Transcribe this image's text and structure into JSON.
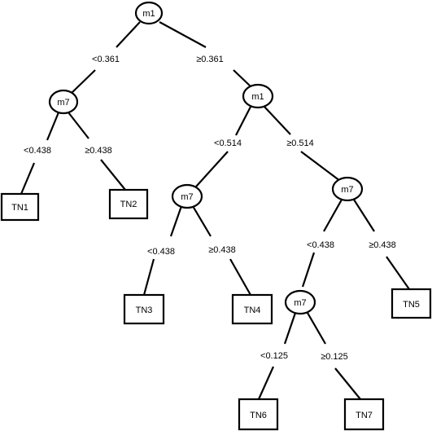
{
  "tree": {
    "root": {
      "label": "m1",
      "left_edge": "<0.361",
      "right_edge": "≥0.361"
    },
    "left_split": {
      "label": "m7",
      "left_edge": "<0.438",
      "right_edge": "≥0.438",
      "left_leaf": "TN1",
      "right_leaf": "TN2"
    },
    "right_split": {
      "label": "m1",
      "left_edge": "<0.514",
      "right_edge": "≥0.514"
    },
    "mid_split": {
      "label": "m7",
      "left_edge": "<0.438",
      "right_edge": "≥0.438",
      "left_leaf": "TN3",
      "right_leaf": "TN4"
    },
    "right_inner_split": {
      "label": "m7",
      "left_edge": "<0.438",
      "right_edge": "≥0.438",
      "right_leaf": "TN5"
    },
    "deep_split": {
      "label": "m7",
      "left_edge": "<0.125",
      "right_edge": "≥0.125",
      "left_leaf": "TN6",
      "right_leaf": "TN7"
    }
  }
}
